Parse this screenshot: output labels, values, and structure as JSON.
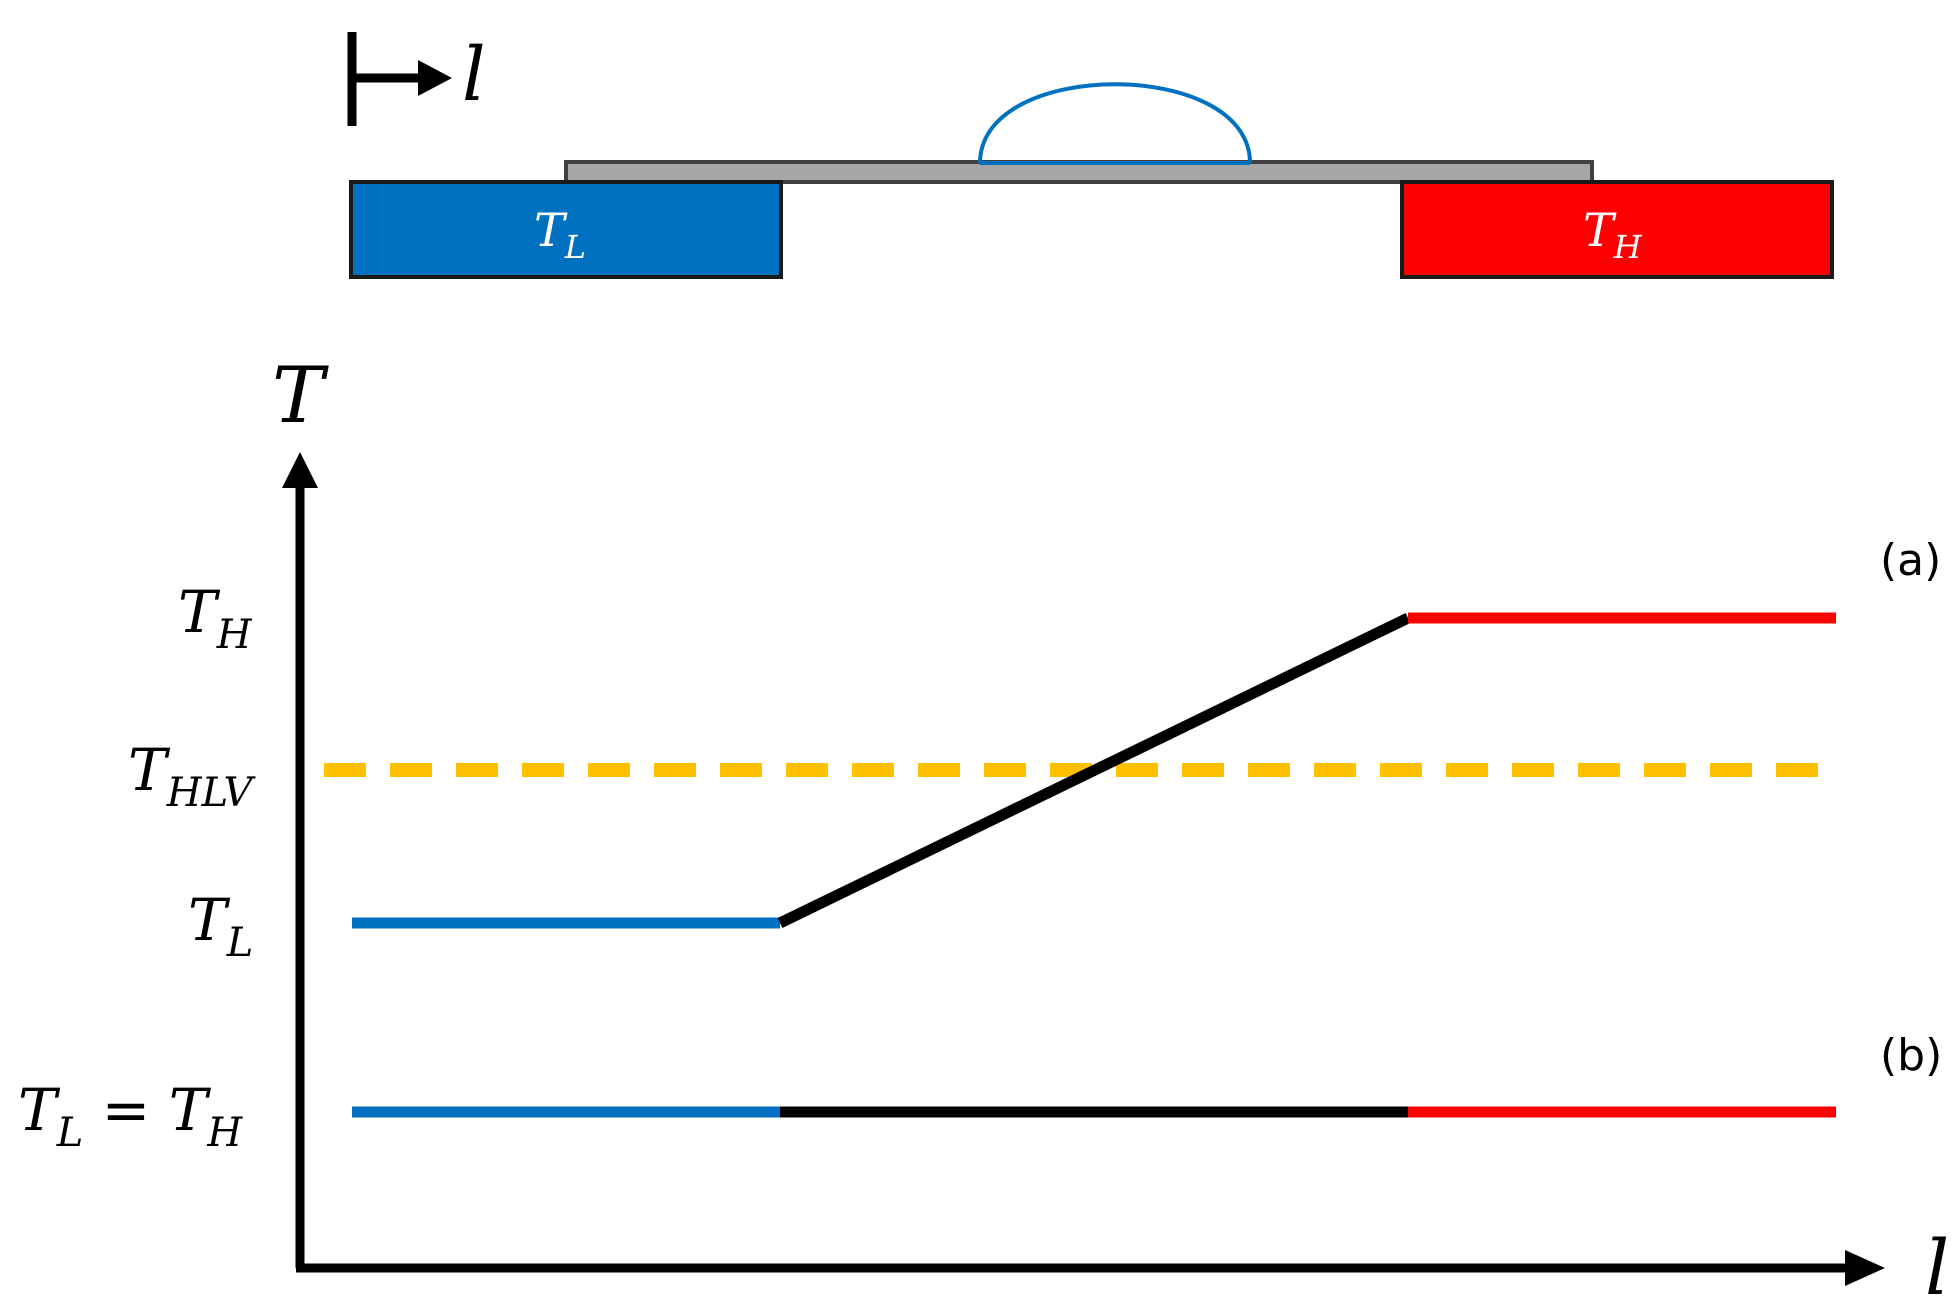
{
  "setup": {
    "position_axis_label": "l",
    "cold_block_label": "T_L",
    "hot_block_label": "T_H",
    "colors": {
      "cold_block": "#0070C0",
      "hot_block": "#FF0000",
      "substrate": "#A6A6A6",
      "droplet": "#0070C0",
      "outline": "#000000"
    }
  },
  "plot": {
    "y_axis_label": "T",
    "x_axis_label": "l",
    "ticks": {
      "t_high": "T_H",
      "t_hlv": "T_HLV",
      "t_low": "T_L",
      "t_equal": "T_L = T_H"
    },
    "case_a_label": "(a)",
    "case_b_label": "(b)",
    "colors": {
      "cold_segment": "#0070C0",
      "hot_segment": "#FF0000",
      "gradient_segment": "#000000",
      "hlv_line": "#FFC000",
      "axes": "#000000"
    }
  }
}
